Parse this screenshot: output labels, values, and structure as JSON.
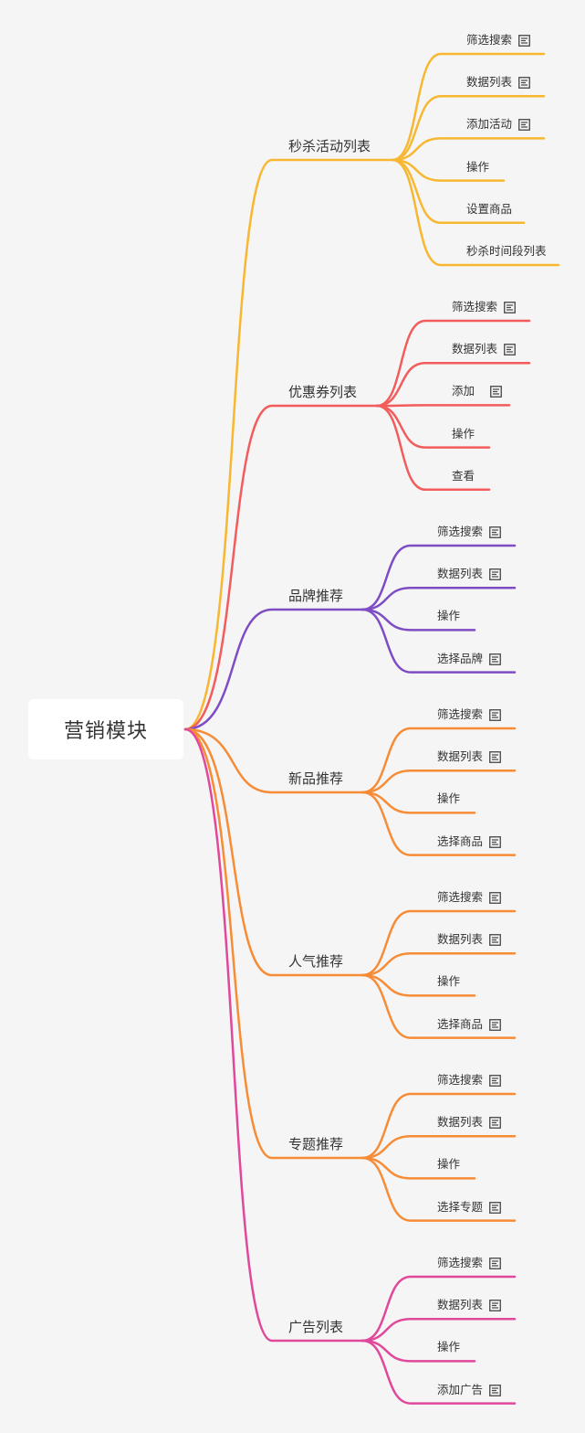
{
  "root": {
    "label": "营销模块"
  },
  "icons": {
    "note": "note-icon"
  },
  "branches": [
    {
      "id": "flash-sale",
      "label": "秒杀活动列表",
      "color": "#f7b731",
      "children": [
        {
          "label": "筛选搜索",
          "has_note": true
        },
        {
          "label": "数据列表",
          "has_note": true
        },
        {
          "label": "添加活动",
          "has_note": true
        },
        {
          "label": "操作",
          "has_note": false
        },
        {
          "label": "设置商品",
          "has_note": false
        },
        {
          "label": "秒杀时间段列表",
          "has_note": false
        }
      ]
    },
    {
      "id": "coupon",
      "label": "优惠券列表",
      "color": "#f25c5c",
      "children": [
        {
          "label": "筛选搜索",
          "has_note": true
        },
        {
          "label": "数据列表",
          "has_note": true
        },
        {
          "label": "添加",
          "has_note": true
        },
        {
          "label": "操作",
          "has_note": false
        },
        {
          "label": "查看",
          "has_note": false
        }
      ]
    },
    {
      "id": "brand",
      "label": "品牌推荐",
      "color": "#7e4dc4",
      "children": [
        {
          "label": "筛选搜索",
          "has_note": true
        },
        {
          "label": "数据列表",
          "has_note": true
        },
        {
          "label": "操作",
          "has_note": false
        },
        {
          "label": "选择品牌",
          "has_note": true
        }
      ]
    },
    {
      "id": "new-product",
      "label": "新品推荐",
      "color": "#f78c37",
      "children": [
        {
          "label": "筛选搜索",
          "has_note": true
        },
        {
          "label": "数据列表",
          "has_note": true
        },
        {
          "label": "操作",
          "has_note": false
        },
        {
          "label": "选择商品",
          "has_note": true
        }
      ]
    },
    {
      "id": "popular",
      "label": "人气推荐",
      "color": "#f78c37",
      "children": [
        {
          "label": "筛选搜索",
          "has_note": true
        },
        {
          "label": "数据列表",
          "has_note": true
        },
        {
          "label": "操作",
          "has_note": false
        },
        {
          "label": "选择商品",
          "has_note": true
        }
      ]
    },
    {
      "id": "topic",
      "label": "专题推荐",
      "color": "#f78c37",
      "children": [
        {
          "label": "筛选搜索",
          "has_note": true
        },
        {
          "label": "数据列表",
          "has_note": true
        },
        {
          "label": "操作",
          "has_note": false
        },
        {
          "label": "选择专题",
          "has_note": true
        }
      ]
    },
    {
      "id": "ads",
      "label": "广告列表",
      "color": "#e0489b",
      "children": [
        {
          "label": "筛选搜索",
          "has_note": true
        },
        {
          "label": "数据列表",
          "has_note": true
        },
        {
          "label": "操作",
          "has_note": false
        },
        {
          "label": "添加广告",
          "has_note": true
        }
      ]
    }
  ]
}
